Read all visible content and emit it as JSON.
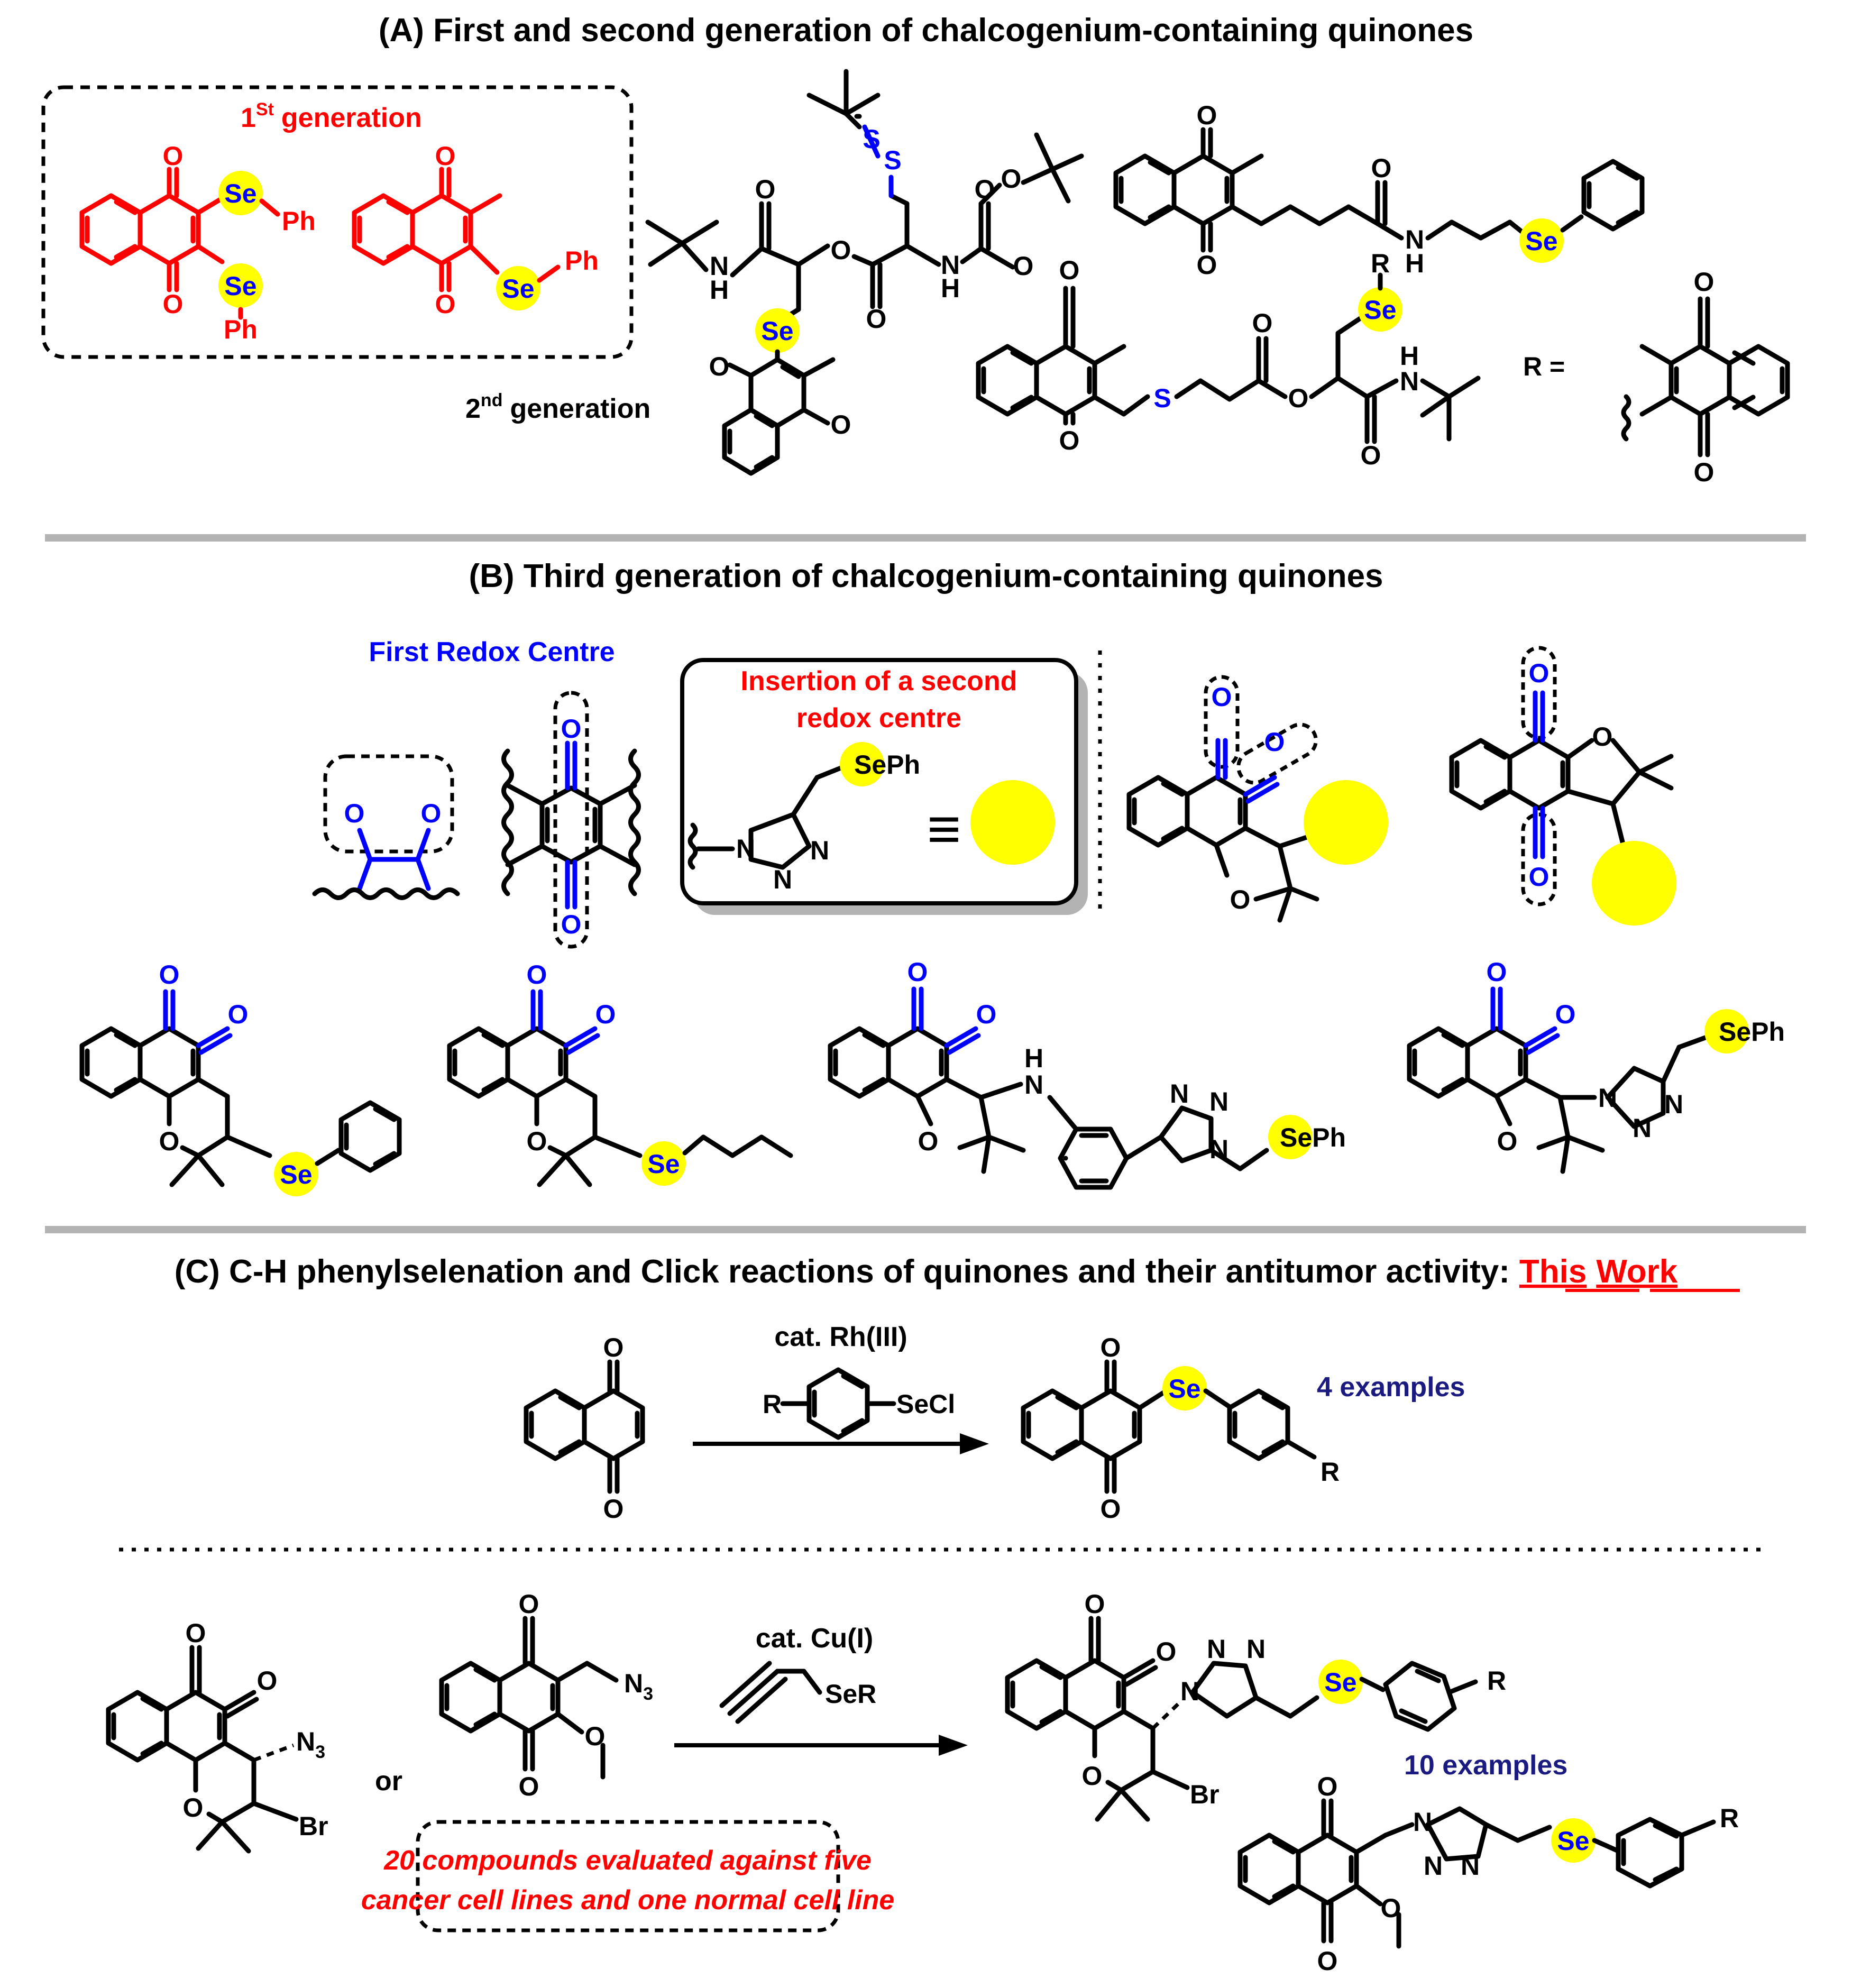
{
  "sections": {
    "A": {
      "title": "(A) First and second generation of chalcogenium-containing quinones"
    },
    "B": {
      "title": "(B) Third generation of chalcogenium-containing quinones"
    },
    "C": {
      "title_prefix": "(C) C-H phenylselenation and Click reactions of quinones and their antitumor activity:",
      "this": "This",
      "work": "Work"
    }
  },
  "labels": {
    "gen1_num": "1",
    "gen1_sup": "St",
    "gen1_text": "generation",
    "gen2_num": "2",
    "gen2_sup": "nd",
    "gen2_text": "generation",
    "r_equals": "R =",
    "first_redox": "First Redox Centre",
    "insertion_1": "Insertion of a second",
    "insertion_2": "redox centre",
    "equiv": "≡",
    "rh_cat": "cat. Rh(III)",
    "secl": "SeCl",
    "four_examples": "4 examples",
    "cu_cat": "cat. Cu(I)",
    "ser": "SeR",
    "or": "or",
    "ten_examples": "10 examples",
    "eval_1": "20 compounds evaluated against five",
    "eval_2": "cancer cell lines and one normal cell line"
  },
  "atoms": {
    "O": "O",
    "Se": "Se",
    "Ph": "Ph",
    "S": "S",
    "N": "N",
    "H": "H",
    "R": "R",
    "Br": "Br",
    "N3": "N",
    "sub3": "3",
    "SePh": "SePh"
  },
  "colors": {
    "accent_red": "#ff0000",
    "accent_blue": "#0000ff",
    "highlight_yellow": "#ffff00",
    "divider_gray": "#b3b3b3",
    "label_navy": "#1a1a80"
  }
}
